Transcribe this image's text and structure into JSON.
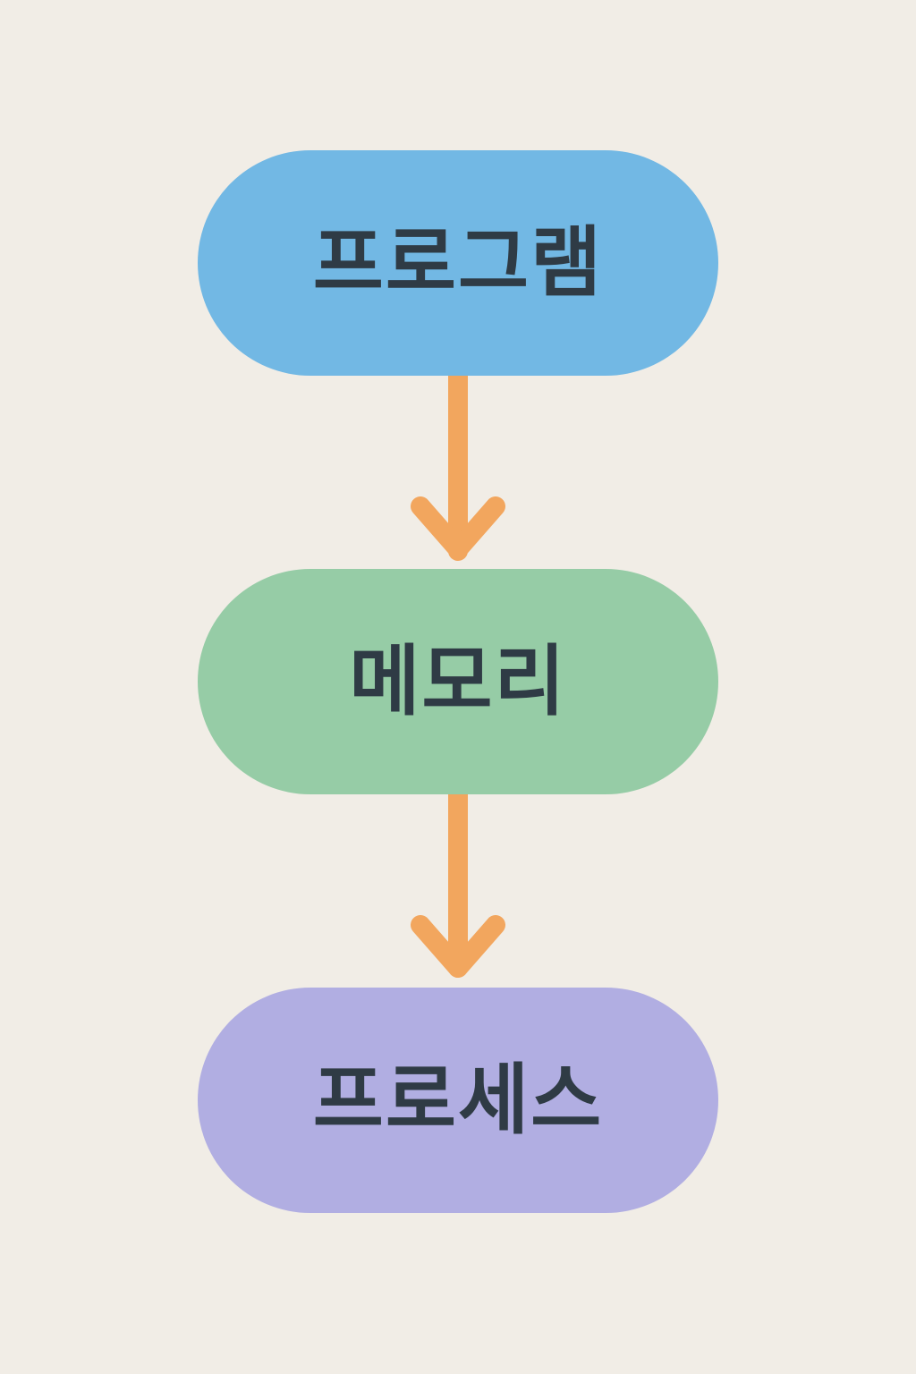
{
  "diagram": {
    "nodes": [
      {
        "id": "program",
        "label": "프로그램",
        "color": "#72b8e4"
      },
      {
        "id": "memory",
        "label": "메모리",
        "color": "#96cca6"
      },
      {
        "id": "process",
        "label": "프로세스",
        "color": "#b1aee2"
      }
    ],
    "edges": [
      {
        "from": "program",
        "to": "memory"
      },
      {
        "from": "memory",
        "to": "process"
      }
    ],
    "arrow_color": "#f2a65e",
    "text_color": "#2f3b45",
    "background": "#f1ede6"
  }
}
